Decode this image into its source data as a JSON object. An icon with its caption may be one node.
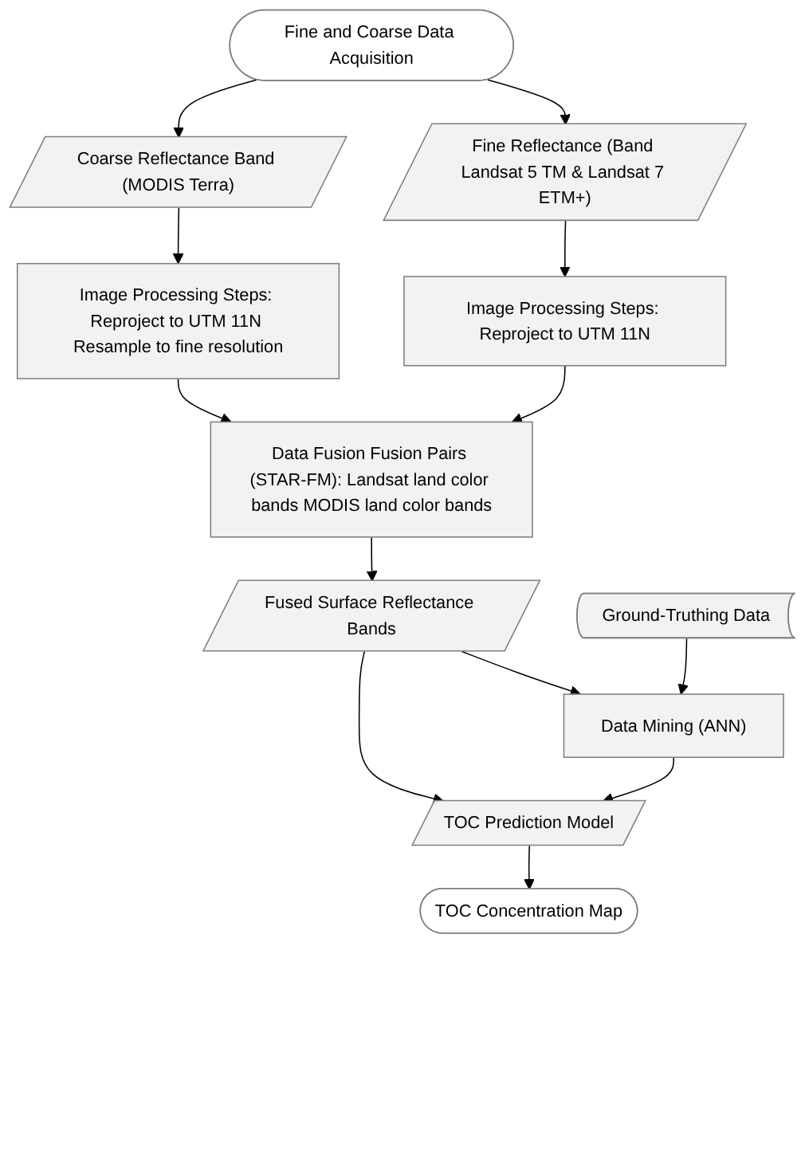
{
  "diagram": {
    "nodes": [
      {
        "text": [
          "Fine and Coarse Data Acquisition"
        ]
      },
      {
        "text": [
          "Fine Reflectance (Band Landsat 5 TM & Landsat 7 ETM+)"
        ]
      },
      {
        "text": [
          "Coarse Reflectance Band (MODIS Terra)"
        ]
      },
      {
        "text": [
          "Image Processing Steps: Reproject to UTM 11N"
        ]
      },
      {
        "text": [
          "Image Processing Steps: Reproject to UTM 11N Resample to fine resolution"
        ]
      },
      {
        "text": [
          "Data Fusion Fusion Pairs (STAR-FM): Landsat land color bands MODIS land color bands"
        ]
      },
      {
        "text": [
          "Fused Surface Reflectance Bands"
        ]
      },
      {
        "text": [
          "Data Mining (ANN)"
        ]
      },
      {
        "text": [
          "Ground-Truthing Data"
        ]
      },
      {
        "text": [
          "TOC Prediction Model"
        ]
      },
      {
        "text": [
          "TOC Concentration Map"
        ]
      }
    ],
    "edges": [
      {
        "from": 0,
        "to": 1,
        "arrow": "to"
      },
      {
        "from": 0,
        "to": 2,
        "arrow": "to"
      },
      {
        "from": 1,
        "to": 3,
        "arrow": "to"
      },
      {
        "from": 2,
        "to": 4,
        "arrow": "to"
      },
      {
        "from": 3,
        "to": 5,
        "arrow": "to"
      },
      {
        "from": 4,
        "to": 5,
        "arrow": "to"
      },
      {
        "from": 5,
        "to": 6,
        "arrow": "to"
      },
      {
        "from": 6,
        "to": 7,
        "arrow": "to"
      },
      {
        "from": 8,
        "to": 7,
        "arrow": "to"
      },
      {
        "from": 7,
        "to": 9,
        "arrow": "to"
      },
      {
        "from": 6,
        "to": 9,
        "arrow": "to"
      },
      {
        "from": 9,
        "to": 10,
        "arrow": "to"
      }
    ]
  }
}
